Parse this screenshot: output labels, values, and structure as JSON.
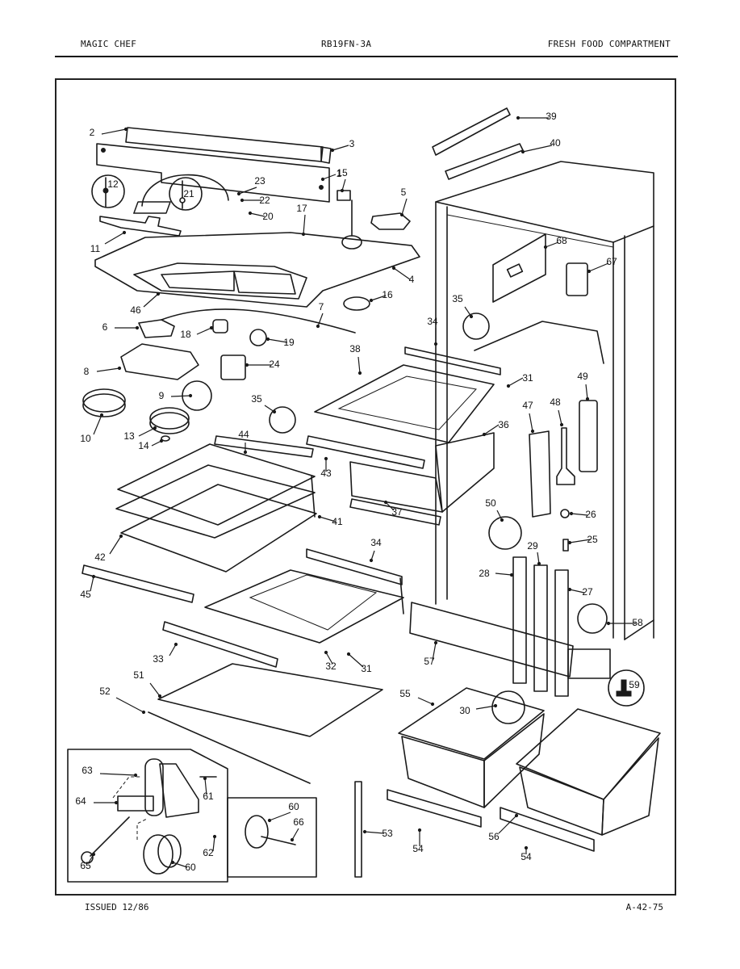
{
  "header": {
    "brand": "MAGIC CHEF",
    "model": "RB19FN-3A",
    "section": "FRESH FOOD COMPARTMENT"
  },
  "footer": {
    "issued": "ISSUED 12/86",
    "page_code": "A-42-75"
  },
  "diagram": {
    "title": "Fresh food compartment exploded parts view",
    "callouts": [
      {
        "id": "c1",
        "label": "1"
      },
      {
        "id": "c2",
        "label": "2"
      },
      {
        "id": "c3",
        "label": "3"
      },
      {
        "id": "c4",
        "label": "4"
      },
      {
        "id": "c5",
        "label": "5"
      },
      {
        "id": "c6",
        "label": "6"
      },
      {
        "id": "c7",
        "label": "7"
      },
      {
        "id": "c8",
        "label": "8"
      },
      {
        "id": "c9",
        "label": "9"
      },
      {
        "id": "c10",
        "label": "10"
      },
      {
        "id": "c11",
        "label": "11"
      },
      {
        "id": "c12",
        "label": "12"
      },
      {
        "id": "c13",
        "label": "13"
      },
      {
        "id": "c14",
        "label": "14"
      },
      {
        "id": "c15",
        "label": "15"
      },
      {
        "id": "c16",
        "label": "16"
      },
      {
        "id": "c17",
        "label": "17"
      },
      {
        "id": "c18",
        "label": "18"
      },
      {
        "id": "c19",
        "label": "19"
      },
      {
        "id": "c20",
        "label": "20"
      },
      {
        "id": "c21",
        "label": "21"
      },
      {
        "id": "c22",
        "label": "22"
      },
      {
        "id": "c23",
        "label": "23"
      },
      {
        "id": "c24",
        "label": "24"
      },
      {
        "id": "c25",
        "label": "25"
      },
      {
        "id": "c26",
        "label": "26"
      },
      {
        "id": "c27",
        "label": "27"
      },
      {
        "id": "c28",
        "label": "28"
      },
      {
        "id": "c29",
        "label": "29"
      },
      {
        "id": "c30",
        "label": "30"
      },
      {
        "id": "c31a",
        "label": "31"
      },
      {
        "id": "c31b",
        "label": "31"
      },
      {
        "id": "c32",
        "label": "32"
      },
      {
        "id": "c33",
        "label": "33"
      },
      {
        "id": "c34a",
        "label": "34"
      },
      {
        "id": "c34b",
        "label": "34"
      },
      {
        "id": "c35a",
        "label": "35"
      },
      {
        "id": "c35b",
        "label": "35"
      },
      {
        "id": "c36",
        "label": "36"
      },
      {
        "id": "c37",
        "label": "37"
      },
      {
        "id": "c38",
        "label": "38"
      },
      {
        "id": "c39",
        "label": "39"
      },
      {
        "id": "c40",
        "label": "40"
      },
      {
        "id": "c41",
        "label": "41"
      },
      {
        "id": "c42",
        "label": "42"
      },
      {
        "id": "c43",
        "label": "43"
      },
      {
        "id": "c44",
        "label": "44"
      },
      {
        "id": "c45",
        "label": "45"
      },
      {
        "id": "c46",
        "label": "46"
      },
      {
        "id": "c47",
        "label": "47"
      },
      {
        "id": "c48",
        "label": "48"
      },
      {
        "id": "c49",
        "label": "49"
      },
      {
        "id": "c50",
        "label": "50"
      },
      {
        "id": "c51",
        "label": "51"
      },
      {
        "id": "c52",
        "label": "52"
      },
      {
        "id": "c53",
        "label": "53"
      },
      {
        "id": "c54a",
        "label": "54"
      },
      {
        "id": "c54b",
        "label": "54"
      },
      {
        "id": "c55",
        "label": "55"
      },
      {
        "id": "c56",
        "label": "56"
      },
      {
        "id": "c57",
        "label": "57"
      },
      {
        "id": "c58",
        "label": "58"
      },
      {
        "id": "c59",
        "label": "59"
      },
      {
        "id": "c60a",
        "label": "60"
      },
      {
        "id": "c60b",
        "label": "60"
      },
      {
        "id": "c61",
        "label": "61"
      },
      {
        "id": "c62",
        "label": "62"
      },
      {
        "id": "c63",
        "label": "63"
      },
      {
        "id": "c64",
        "label": "64"
      },
      {
        "id": "c65",
        "label": "65"
      },
      {
        "id": "c66",
        "label": "66"
      },
      {
        "id": "c67",
        "label": "67"
      },
      {
        "id": "c68",
        "label": "68"
      }
    ]
  }
}
